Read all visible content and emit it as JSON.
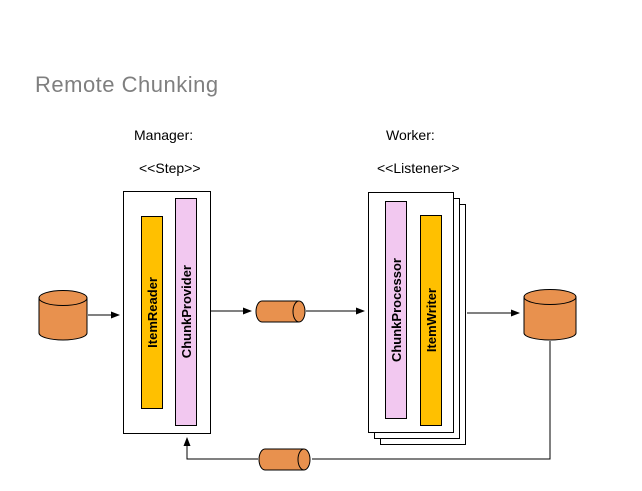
{
  "title": "Remote Chunking",
  "manager": {
    "label": "Manager:",
    "stereotype": "&lt;&lt;Step&gt;&gt;",
    "components": [
      {
        "name": "ItemReader",
        "color": "#FFC000"
      },
      {
        "name": "ChunkProvider",
        "color": "#F2C8F0"
      }
    ]
  },
  "worker": {
    "label": "Worker:",
    "stereotype": "&lt;&lt;Listener&gt;&gt;",
    "components": [
      {
        "name": "ChunkProcessor",
        "color": "#F2C8F0"
      },
      {
        "name": "ItemWriter",
        "color": "#FFC000"
      }
    ]
  },
  "colors": {
    "cylinder_fill": "#E8914E",
    "cylinder_stroke": "#000000",
    "gold_bar": "#FFC000",
    "pink_bar": "#F2C8F0",
    "title_text": "#7f7f7f",
    "connector": "#000000"
  }
}
